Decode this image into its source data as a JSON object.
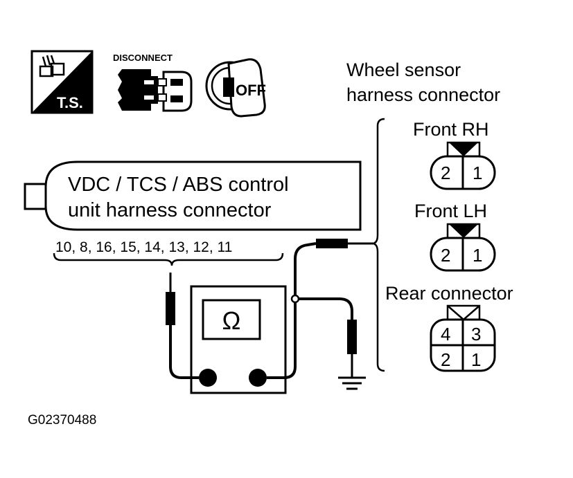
{
  "icons": {
    "ts_label": "T.S.",
    "disconnect_label": "DISCONNECT",
    "key_label": "OFF",
    "ts_icon": "ts-tester-icon",
    "disconnect_icon": "disconnect-connector-icon",
    "key_icon": "ignition-off-key-icon"
  },
  "wheel_sensor": {
    "title_line1": "Wheel sensor",
    "title_line2": "harness connector",
    "front_rh": {
      "label": "Front RH",
      "pins": [
        "2",
        "1"
      ]
    },
    "front_lh": {
      "label": "Front LH",
      "pins": [
        "2",
        "1"
      ]
    },
    "rear": {
      "label": "Rear connector",
      "pins_top": [
        "4",
        "3"
      ],
      "pins_bottom": [
        "2",
        "1"
      ]
    }
  },
  "control_unit": {
    "line1": "VDC / TCS / ABS control",
    "line2": "unit harness connector",
    "terminals": "10, 8, 16, 15, 14, 13, 12, 11"
  },
  "meter": {
    "symbol": "Ω",
    "icon": "ohmmeter-icon"
  },
  "ground_icon": "ground-icon",
  "figure_code": "G02370488"
}
